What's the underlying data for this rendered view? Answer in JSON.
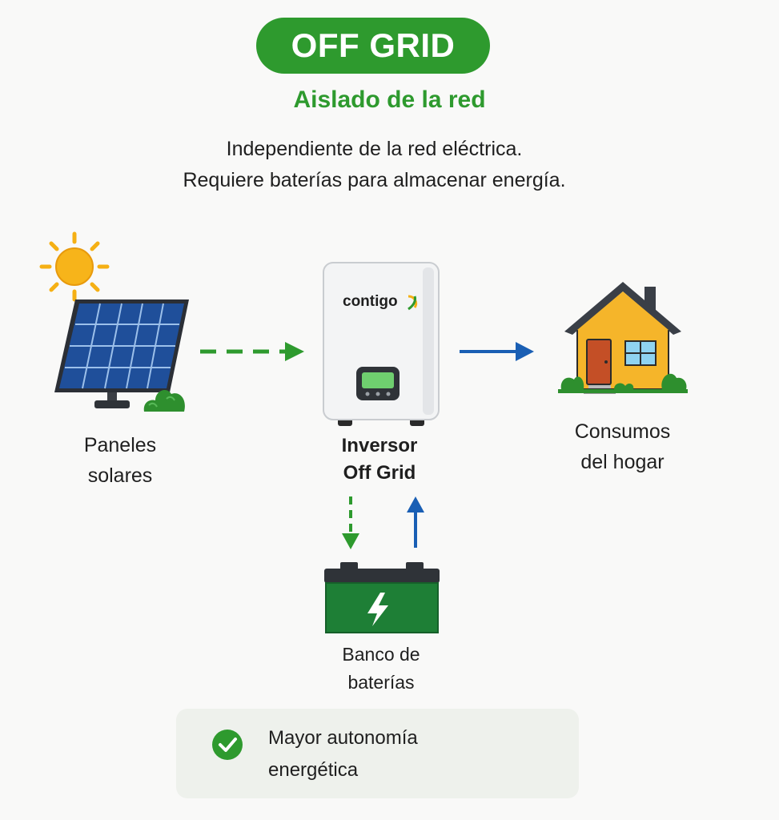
{
  "header": {
    "badge": "OFF GRID",
    "subtitle": "Aislado de la red",
    "description_line1": "Independiente de la red eléctrica.",
    "description_line2": "Requiere baterías para almacenar energía."
  },
  "nodes": {
    "solar": {
      "line1": "Paneles",
      "line2": "solares"
    },
    "inverter": {
      "brand": "contigo",
      "line1": "Inversor",
      "line2": "Off Grid"
    },
    "home": {
      "line1": "Consumos",
      "line2": "del hogar"
    },
    "battery": {
      "line1": "Banco de",
      "line2": "baterías"
    }
  },
  "benefit": {
    "line1": "Mayor autonomía",
    "line2": "energética"
  },
  "colors": {
    "green": "#2e9a2e",
    "blue": "#1a5fb4",
    "sun": "#f5b014",
    "house_wall": "#f5b52a",
    "battery": "#1e7f36"
  }
}
